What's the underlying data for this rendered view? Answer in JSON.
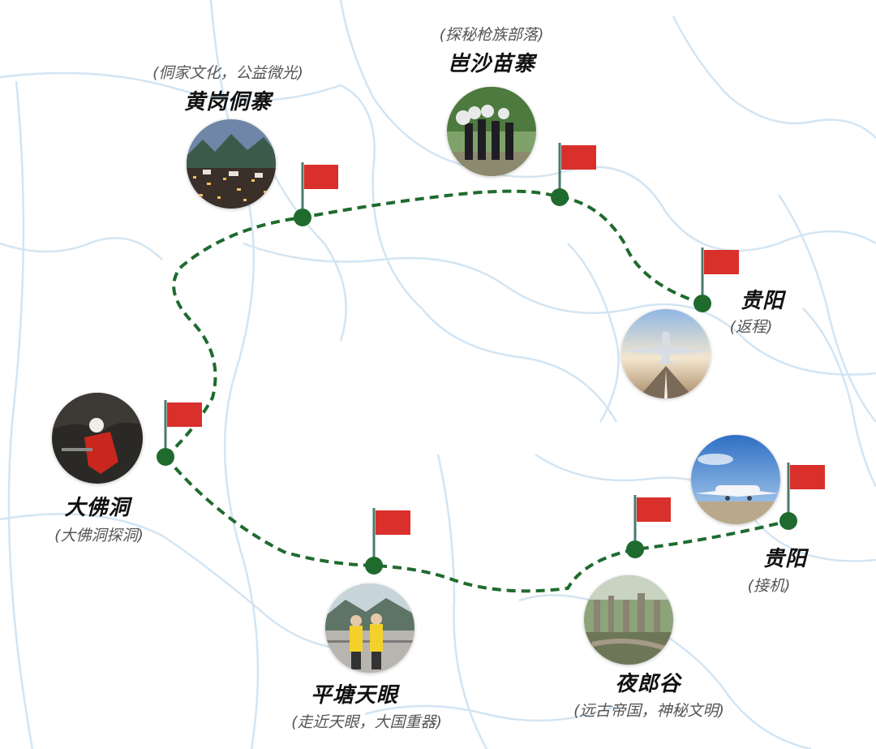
{
  "map": {
    "route_color": "#1f6b2e",
    "flag_color": "#d9302c",
    "pole_color": "#4a7a6e",
    "river_color": "#cfe3f2"
  },
  "stops": [
    {
      "id": "huanggang",
      "name": "黄岗侗寨",
      "subtitle": "(侗家文化，公益微光)",
      "photo_icon": "village-photo"
    },
    {
      "id": "basha",
      "name": "岜沙苗寨",
      "subtitle": "(探秘枪族部落)",
      "photo_icon": "miao-tribe-photo"
    },
    {
      "id": "guiyang_return",
      "name": "贵阳",
      "subtitle": "(返程)",
      "photo_icon": "airplane-takeoff-photo"
    },
    {
      "id": "dafodong",
      "name": "大佛洞",
      "subtitle": "(大佛洞探洞)",
      "photo_icon": "cave-explorer-photo"
    },
    {
      "id": "pingtang",
      "name": "平塘天眼",
      "subtitle": "(走近天眼，大国重器)",
      "photo_icon": "telescope-visitors-photo"
    },
    {
      "id": "yelanggu",
      "name": "夜郎谷",
      "subtitle": "(远古帝国，神秘文明)",
      "photo_icon": "stone-valley-photo"
    },
    {
      "id": "guiyang_arrive",
      "name": "贵阳",
      "subtitle": "(接机)",
      "photo_icon": "airplane-runway-photo"
    }
  ]
}
